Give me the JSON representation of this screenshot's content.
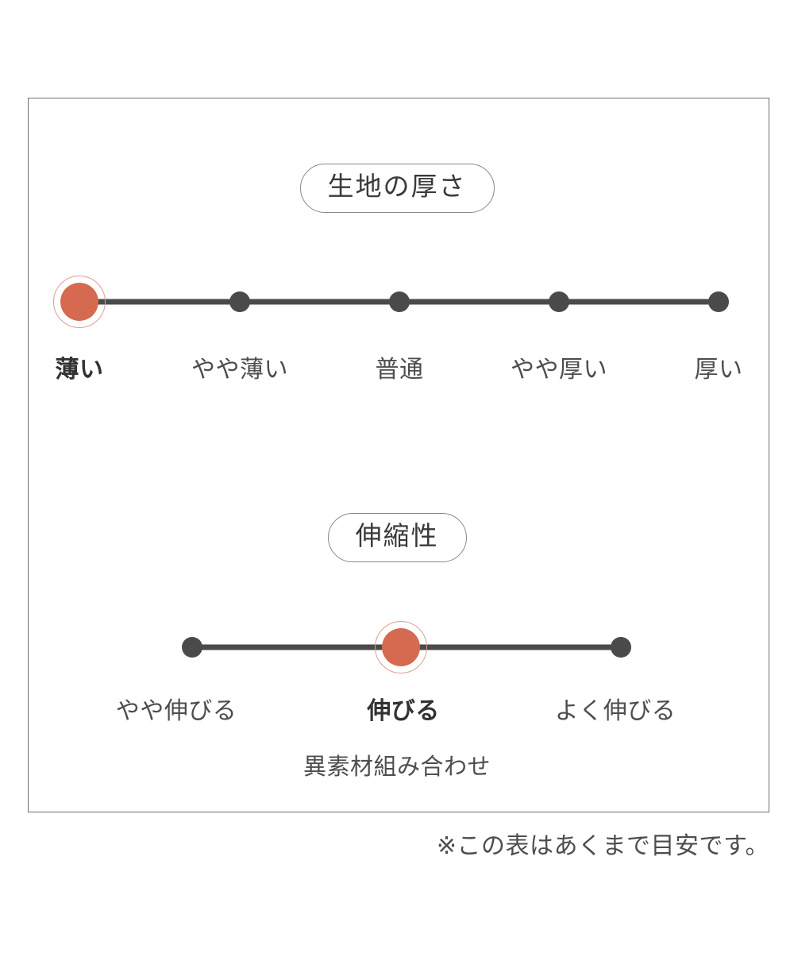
{
  "frame": {
    "border_color": "#6e6e6e"
  },
  "colors": {
    "active_dot": "#d56a50",
    "active_ring": "#d7a192",
    "dot": "#4a4a4a",
    "track": "#4a4a4a",
    "text": "#4d4d4d"
  },
  "sections": [
    {
      "id": "fabric-thickness",
      "heading": "生地の厚さ",
      "scale": {
        "levels": [
          "薄い",
          "やや薄い",
          "普通",
          "やや厚い",
          "厚い"
        ],
        "selected_index": 0,
        "selected_label": "薄い",
        "count": 5
      }
    },
    {
      "id": "stretchiness",
      "heading": "伸縮性",
      "scale": {
        "levels": [
          "やや伸びる",
          "伸びる",
          "よく伸びる"
        ],
        "selected_index": 1,
        "selected_label": "伸びる",
        "count": 3
      },
      "subnote": "異素材組み合わせ"
    }
  ],
  "footnote": "※この表はあくまで目安です。"
}
